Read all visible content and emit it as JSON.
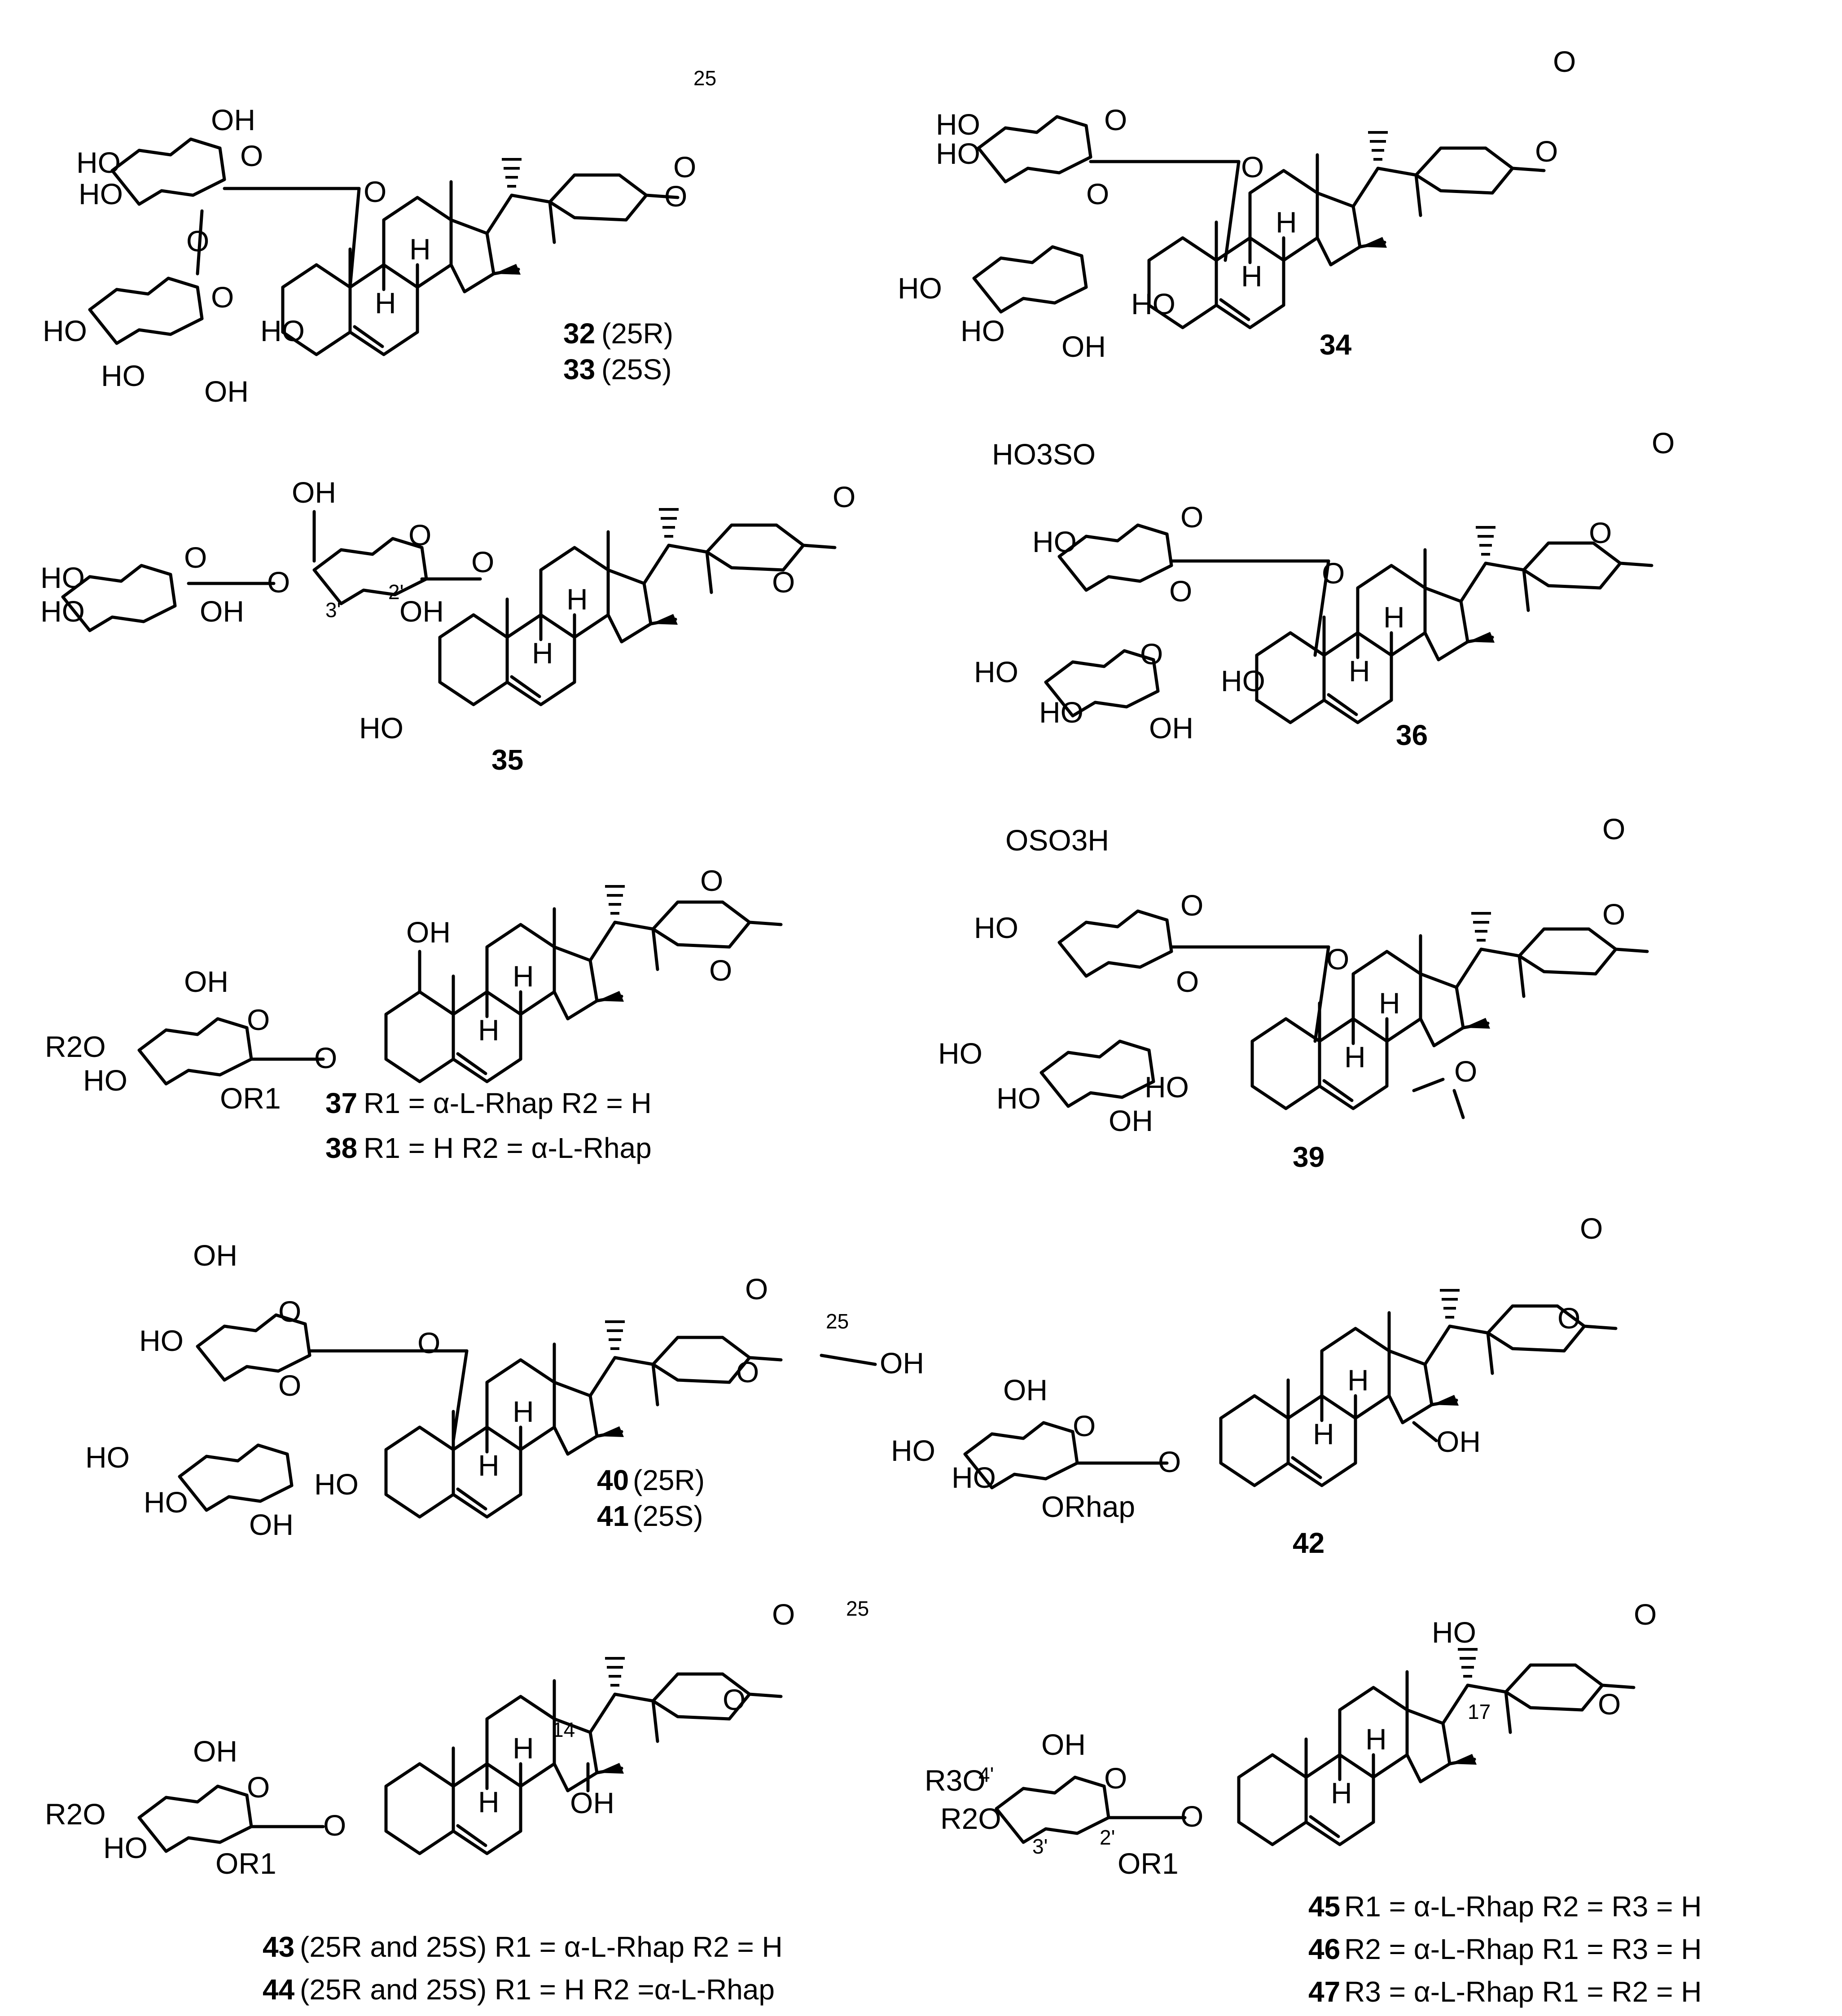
{
  "atoms": {
    "oh": "OH",
    "ho": "HO",
    "o": "O",
    "h": "H",
    "hoso": "HO3SO",
    "hoso_html": "HO<tspan baseline-shift='sub' font-size='44'>3</tspan>SO",
    "oso3h": "OSO3H",
    "orhap": "ORhap",
    "r1": "OR1",
    "r2o": "R2O",
    "r3o": "R3O"
  },
  "locants": {
    "c25": "25",
    "c3p": "3'",
    "c2p": "2'",
    "c4p": "4'",
    "c14": "14",
    "c17": "17"
  },
  "captions": {
    "c32": {
      "num": "32",
      "cfg": "25R"
    },
    "c33": {
      "num": "33",
      "cfg": "25S"
    },
    "c34": {
      "num": "34"
    },
    "c35": {
      "num": "35"
    },
    "c36": {
      "num": "36"
    },
    "c37": {
      "num": "37",
      "text": "R1 = α-L-Rhap  R2 = H"
    },
    "c38": {
      "num": "38",
      "text": "R1 = H  R2 = α-L-Rhap"
    },
    "c39": {
      "num": "39"
    },
    "c40": {
      "num": "40",
      "cfg": "25R"
    },
    "c41": {
      "num": "41",
      "cfg": "25S"
    },
    "c42": {
      "num": "42"
    },
    "c43": {
      "num": "43",
      "text": "(25R and 25S) R1 = α-L-Rhap  R2 = H"
    },
    "c44": {
      "num": "44",
      "text": "(25R and 25S) R1 = H  R2 =α-L-Rhap"
    },
    "c45": {
      "num": "45",
      "text": "R1 = α-L-Rhap  R2 = R3 = H"
    },
    "c46": {
      "num": "46",
      "text": "R2 = α-L-Rhap  R1 = R3 = H"
    },
    "c47": {
      "num": "47",
      "text": "R3 = α-L-Rhap  R1 = R2 = H"
    }
  }
}
